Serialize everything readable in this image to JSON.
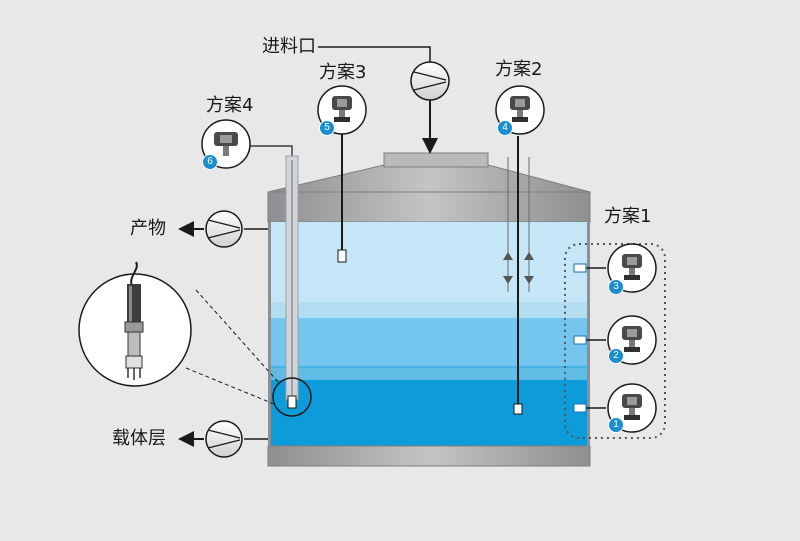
{
  "labels": {
    "feed_inlet": "进料口",
    "product": "产物",
    "carrier_layer": "载体层",
    "scheme1": "方案1",
    "scheme2": "方案2",
    "scheme3": "方案3",
    "scheme4": "方案4"
  },
  "badges": {
    "b1": "1",
    "b2": "2",
    "b3": "3",
    "b4": "4",
    "b5": "5",
    "b6": "6"
  },
  "colors": {
    "background": "#e8e8e9",
    "tank_steel": "#a9aaac",
    "liquid_top": "#bfe3f5",
    "liquid_mid": "#76c7ee",
    "liquid_bottom": "#0d9ad8",
    "badge": "#1b8ed0"
  }
}
